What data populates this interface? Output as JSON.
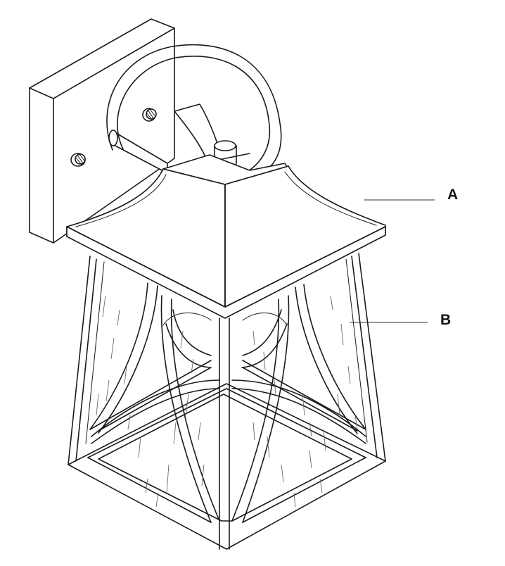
{
  "callouts": [
    {
      "id": "A",
      "label": "A"
    },
    {
      "id": "B",
      "label": "B"
    }
  ],
  "colors": {
    "line": "#1a1a1a",
    "background": "#ffffff"
  }
}
